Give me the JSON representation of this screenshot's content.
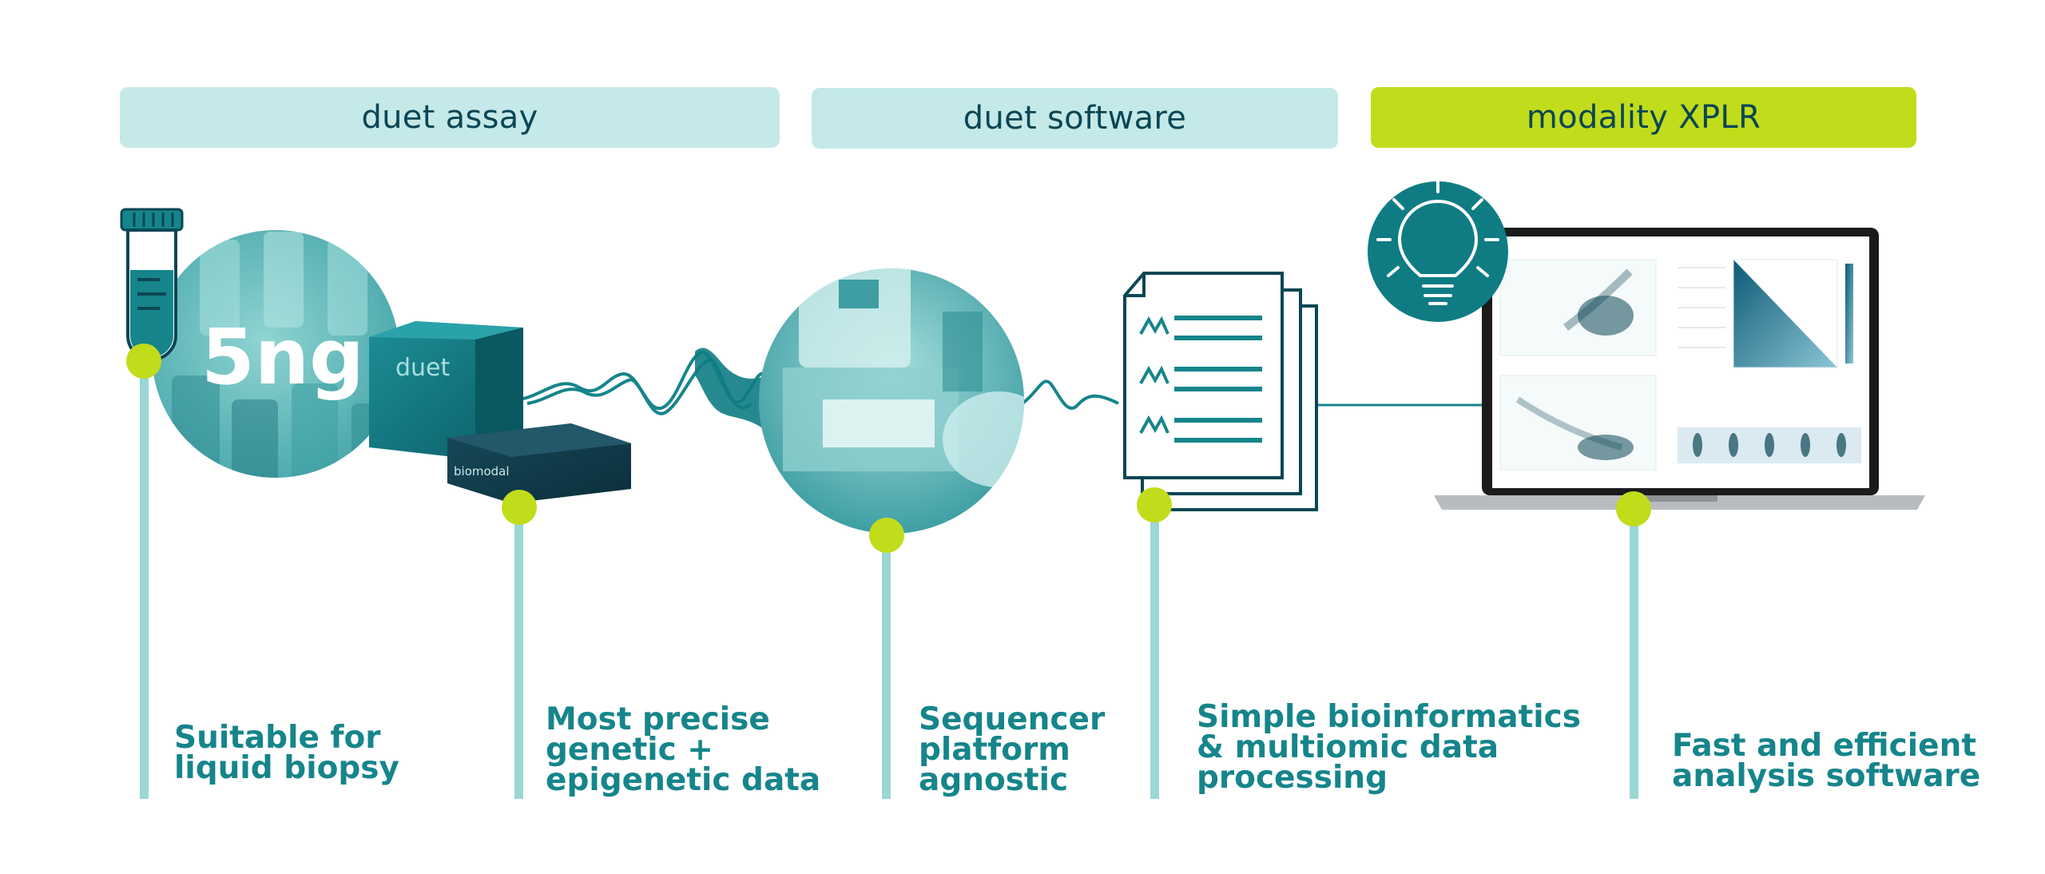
{
  "headers": {
    "assay": "duet assay",
    "software": "duet software",
    "xplr": "modality XPLR"
  },
  "sample": {
    "amount": "5ng"
  },
  "kit": {
    "brand_box": "duet",
    "brand_small": "biomodal"
  },
  "features": [
    {
      "lines": [
        "Suitable for",
        "liquid biopsy"
      ]
    },
    {
      "lines": [
        "Most precise",
        "genetic +",
        "epigenetic data"
      ]
    },
    {
      "lines": [
        "Sequencer",
        "platform",
        "agnostic"
      ]
    },
    {
      "lines": [
        "Simple bioinformatics",
        "& multiomic data",
        "processing"
      ]
    },
    {
      "lines": [
        "Fast and efficient",
        "analysis software"
      ]
    }
  ],
  "colors": {
    "teal_dark": "#0b6b73",
    "teal_mid": "#16858b",
    "teal_light": "#c4e9e8",
    "lime": "#c1dc1b",
    "navy": "#0b4654",
    "stem": "#9ad7d5"
  },
  "icons": [
    "sample-tube-icon",
    "lightbulb-icon",
    "document-stack-icon",
    "laptop-icon"
  ]
}
